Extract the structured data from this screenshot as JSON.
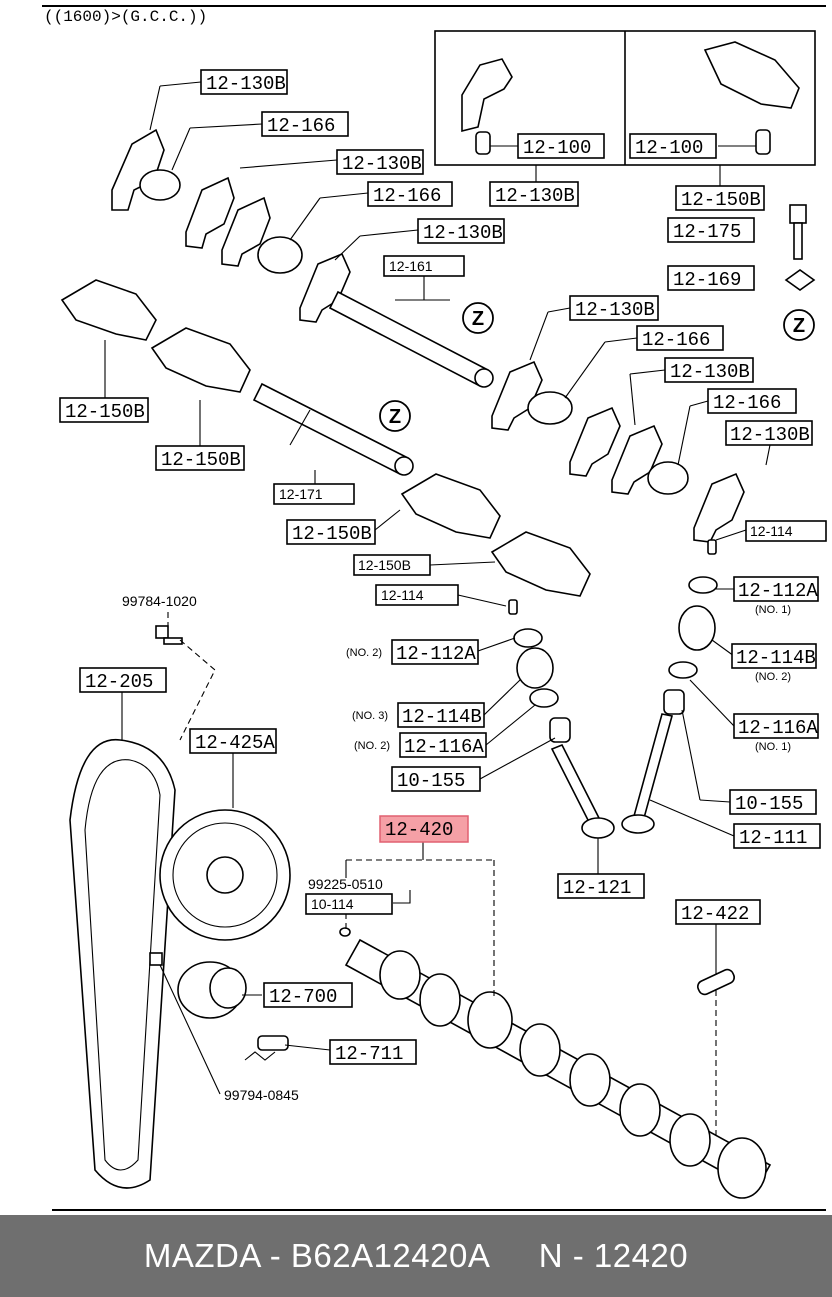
{
  "header": {
    "model_note": "((1600)>(G.C.C.))"
  },
  "labels": {
    "l1": "12-130B",
    "l2": "12-166",
    "l3": "12-130B",
    "l4": "12-166",
    "l5": "12-130B",
    "l6": "12-161",
    "l7": "12-100",
    "l8": "12-100",
    "l9": "12-130B",
    "l10": "12-150B",
    "l11": "12-175",
    "l12": "12-169",
    "l13": "12-130B",
    "l14": "12-166",
    "l15": "12-130B",
    "l16": "12-166",
    "l17": "12-130B",
    "l18": "12-150B",
    "l19": "12-150B",
    "l20": "12-171",
    "l21": "12-150B",
    "l22": "12-150B",
    "l23": "12-114",
    "l24": "12-114",
    "l25": "12-112A",
    "l26": "12-112A",
    "l27": "12-114B",
    "l28": "12-114B",
    "l29": "12-116A",
    "l30": "12-116A",
    "l31": "10-155",
    "l32": "10-155",
    "l33": "12-111",
    "l34": "12-121",
    "l35": "12-420",
    "l36": "99225-0510",
    "l37": "10-114",
    "l38": "12-422",
    "l39": "99784-1020",
    "l40": "12-205",
    "l41": "12-425A",
    "l42": "12-700",
    "l43": "12-711",
    "l44": "99794-0845"
  },
  "notes": {
    "no1_a": "(NO. 1)",
    "no2_a": "(NO. 2)",
    "no1_b": "(NO. 1)",
    "no2_b": "(NO. 2)",
    "no3": "(NO. 3)",
    "no2_c": "(NO. 2)"
  },
  "markers": {
    "z": "Z"
  },
  "highlight": {
    "part": "12-420",
    "color": "#f5a0a6"
  },
  "footer": {
    "brand_part": "MAZDA - B62A12420A",
    "ref": "N - 12420"
  }
}
